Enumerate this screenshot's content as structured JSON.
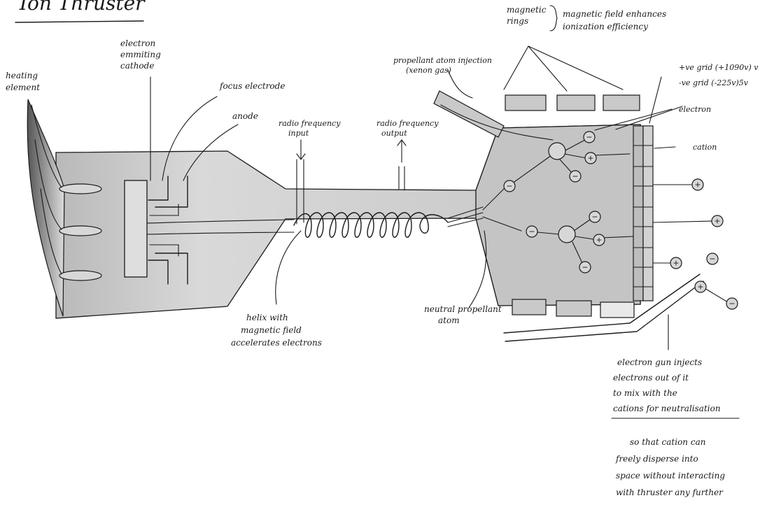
{
  "title": "Ion Thruster",
  "labels": {
    "heating_element": [
      "heating",
      "element"
    ],
    "electron_cathode": [
      "electron",
      "emmiting",
      "cathode"
    ],
    "focus_electrode": "focus electrode",
    "anode": "anode",
    "rf_input": [
      "radio frequency",
      "input"
    ],
    "rf_output": [
      "radio frequency",
      "output"
    ],
    "propellant_injection": [
      "propellant atom injection",
      "(xenon gas)"
    ],
    "magnetic_rings": [
      "magnetic",
      "rings"
    ],
    "magnetic_field_note": [
      "magnetic field enhances",
      "ionization efficiency"
    ],
    "positive_grid": "+ve grid (+1090v) v",
    "negative_grid": "-ve grid (-225v)5v",
    "electron": "electron",
    "cation": "cation",
    "helix": [
      "helix with",
      "magnetic field",
      "accelerates electrons"
    ],
    "neutral_atom": [
      "neutral propellant",
      "atom"
    ],
    "electron_gun": [
      "electron gun injects",
      "electrons out of it",
      "to mix with the",
      "cations for neutralisation"
    ],
    "dispersal_note": [
      "so that cation can",
      "freely disperse into",
      "space without interacting",
      "with thruster any further"
    ]
  },
  "signs": {
    "electron": "−",
    "cation": "+"
  },
  "colors": {
    "body_fill": "#cfcfcf",
    "body_fill_light": "#ebebeb",
    "ink": "#1a1a1a"
  }
}
